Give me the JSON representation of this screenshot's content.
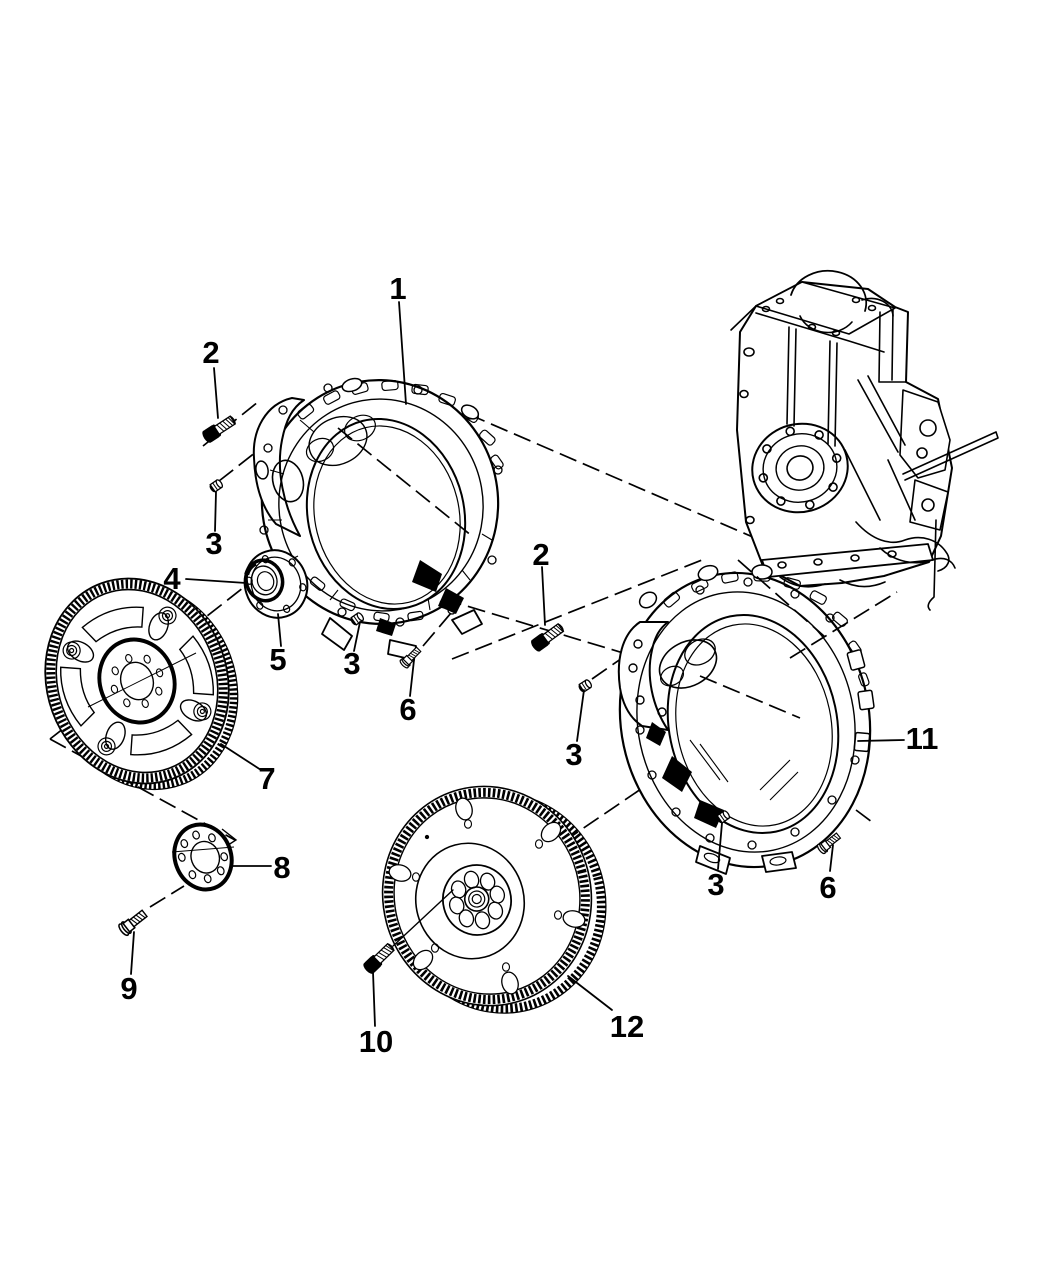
{
  "colors": {
    "background": "#ffffff",
    "line": "#000000"
  },
  "callouts": [
    {
      "name": "callout-1",
      "label": "1"
    },
    {
      "name": "callout-2-left",
      "label": "2"
    },
    {
      "name": "callout-3-left-upper",
      "label": "3"
    },
    {
      "name": "callout-4",
      "label": "4"
    },
    {
      "name": "callout-5",
      "label": "5"
    },
    {
      "name": "callout-3-left-lower",
      "label": "3"
    },
    {
      "name": "callout-6-left",
      "label": "6"
    },
    {
      "name": "callout-2-right",
      "label": "2"
    },
    {
      "name": "callout-3-right-upper",
      "label": "3"
    },
    {
      "name": "callout-11",
      "label": "11"
    },
    {
      "name": "callout-3-right-lower",
      "label": "3"
    },
    {
      "name": "callout-6-right",
      "label": "6"
    },
    {
      "name": "callout-7",
      "label": "7"
    },
    {
      "name": "callout-8",
      "label": "8"
    },
    {
      "name": "callout-9",
      "label": "9"
    },
    {
      "name": "callout-10",
      "label": "10"
    },
    {
      "name": "callout-12",
      "label": "12"
    }
  ]
}
